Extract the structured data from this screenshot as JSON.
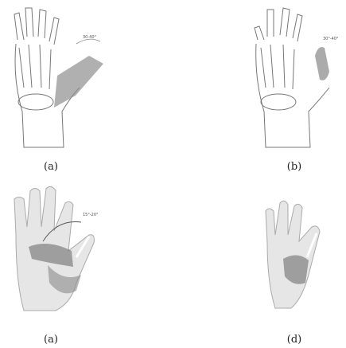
{
  "figure": {
    "panels": [
      {
        "id": "a",
        "caption": "(a)",
        "angle_label": "30-40°"
      },
      {
        "id": "b",
        "caption": "(b)",
        "angle_label": "30°-40°"
      },
      {
        "id": "c",
        "caption": "(a)",
        "angle_label": "15°-20°"
      },
      {
        "id": "d",
        "caption": "(d)",
        "angle_label": ""
      }
    ]
  }
}
